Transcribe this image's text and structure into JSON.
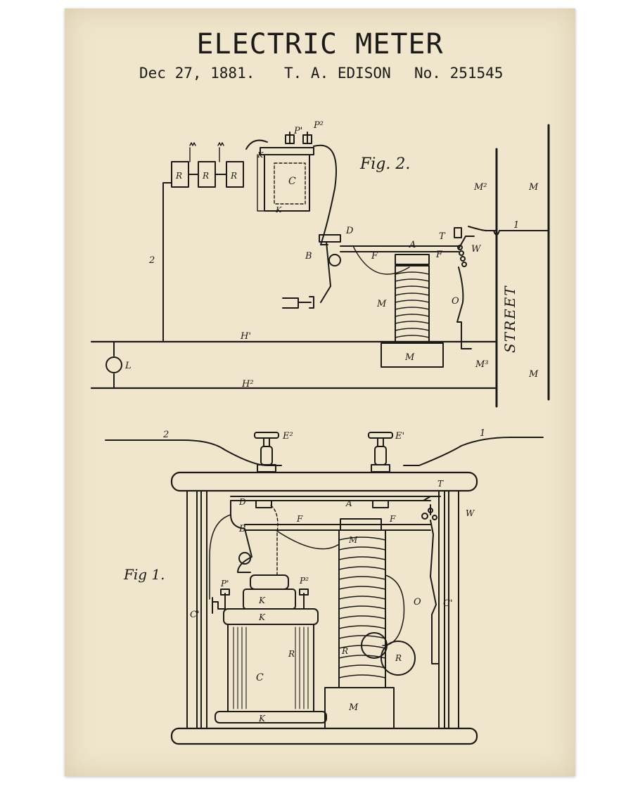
{
  "title": "ELECTRIC METER",
  "patent": {
    "date": "Dec 27, 1881.",
    "inventor": "T. A. EDISON",
    "number": "No. 251545"
  },
  "fig2": {
    "caption": "Fig. 2.",
    "labels": {
      "P1": "P'",
      "P2": "P²",
      "K": "K",
      "C": "C",
      "R": "R",
      "D": "D",
      "A": "A",
      "B": "B",
      "F": "F",
      "T": "T",
      "W": "W",
      "M": "M",
      "M2": "M²",
      "M3": "M³",
      "O": "O",
      "H1": "H'",
      "H2": "H²",
      "L": "L",
      "n1": "1",
      "n2": "2",
      "street": "STREET"
    }
  },
  "fig1": {
    "caption": "Fig 1.",
    "labels": {
      "E1": "E'",
      "E2": "E²",
      "n1": "1",
      "n2": "2",
      "D": "D",
      "A": "A",
      "T": "T",
      "W": "W",
      "B": "B",
      "F": "F",
      "M": "M",
      "P1": "P'",
      "P2": "P²",
      "K": "K",
      "C": "C",
      "C1": "C'",
      "R": "R",
      "O": "O"
    }
  },
  "colors": {
    "paper": "#efe6cd",
    "ink": "#1c1a16"
  }
}
